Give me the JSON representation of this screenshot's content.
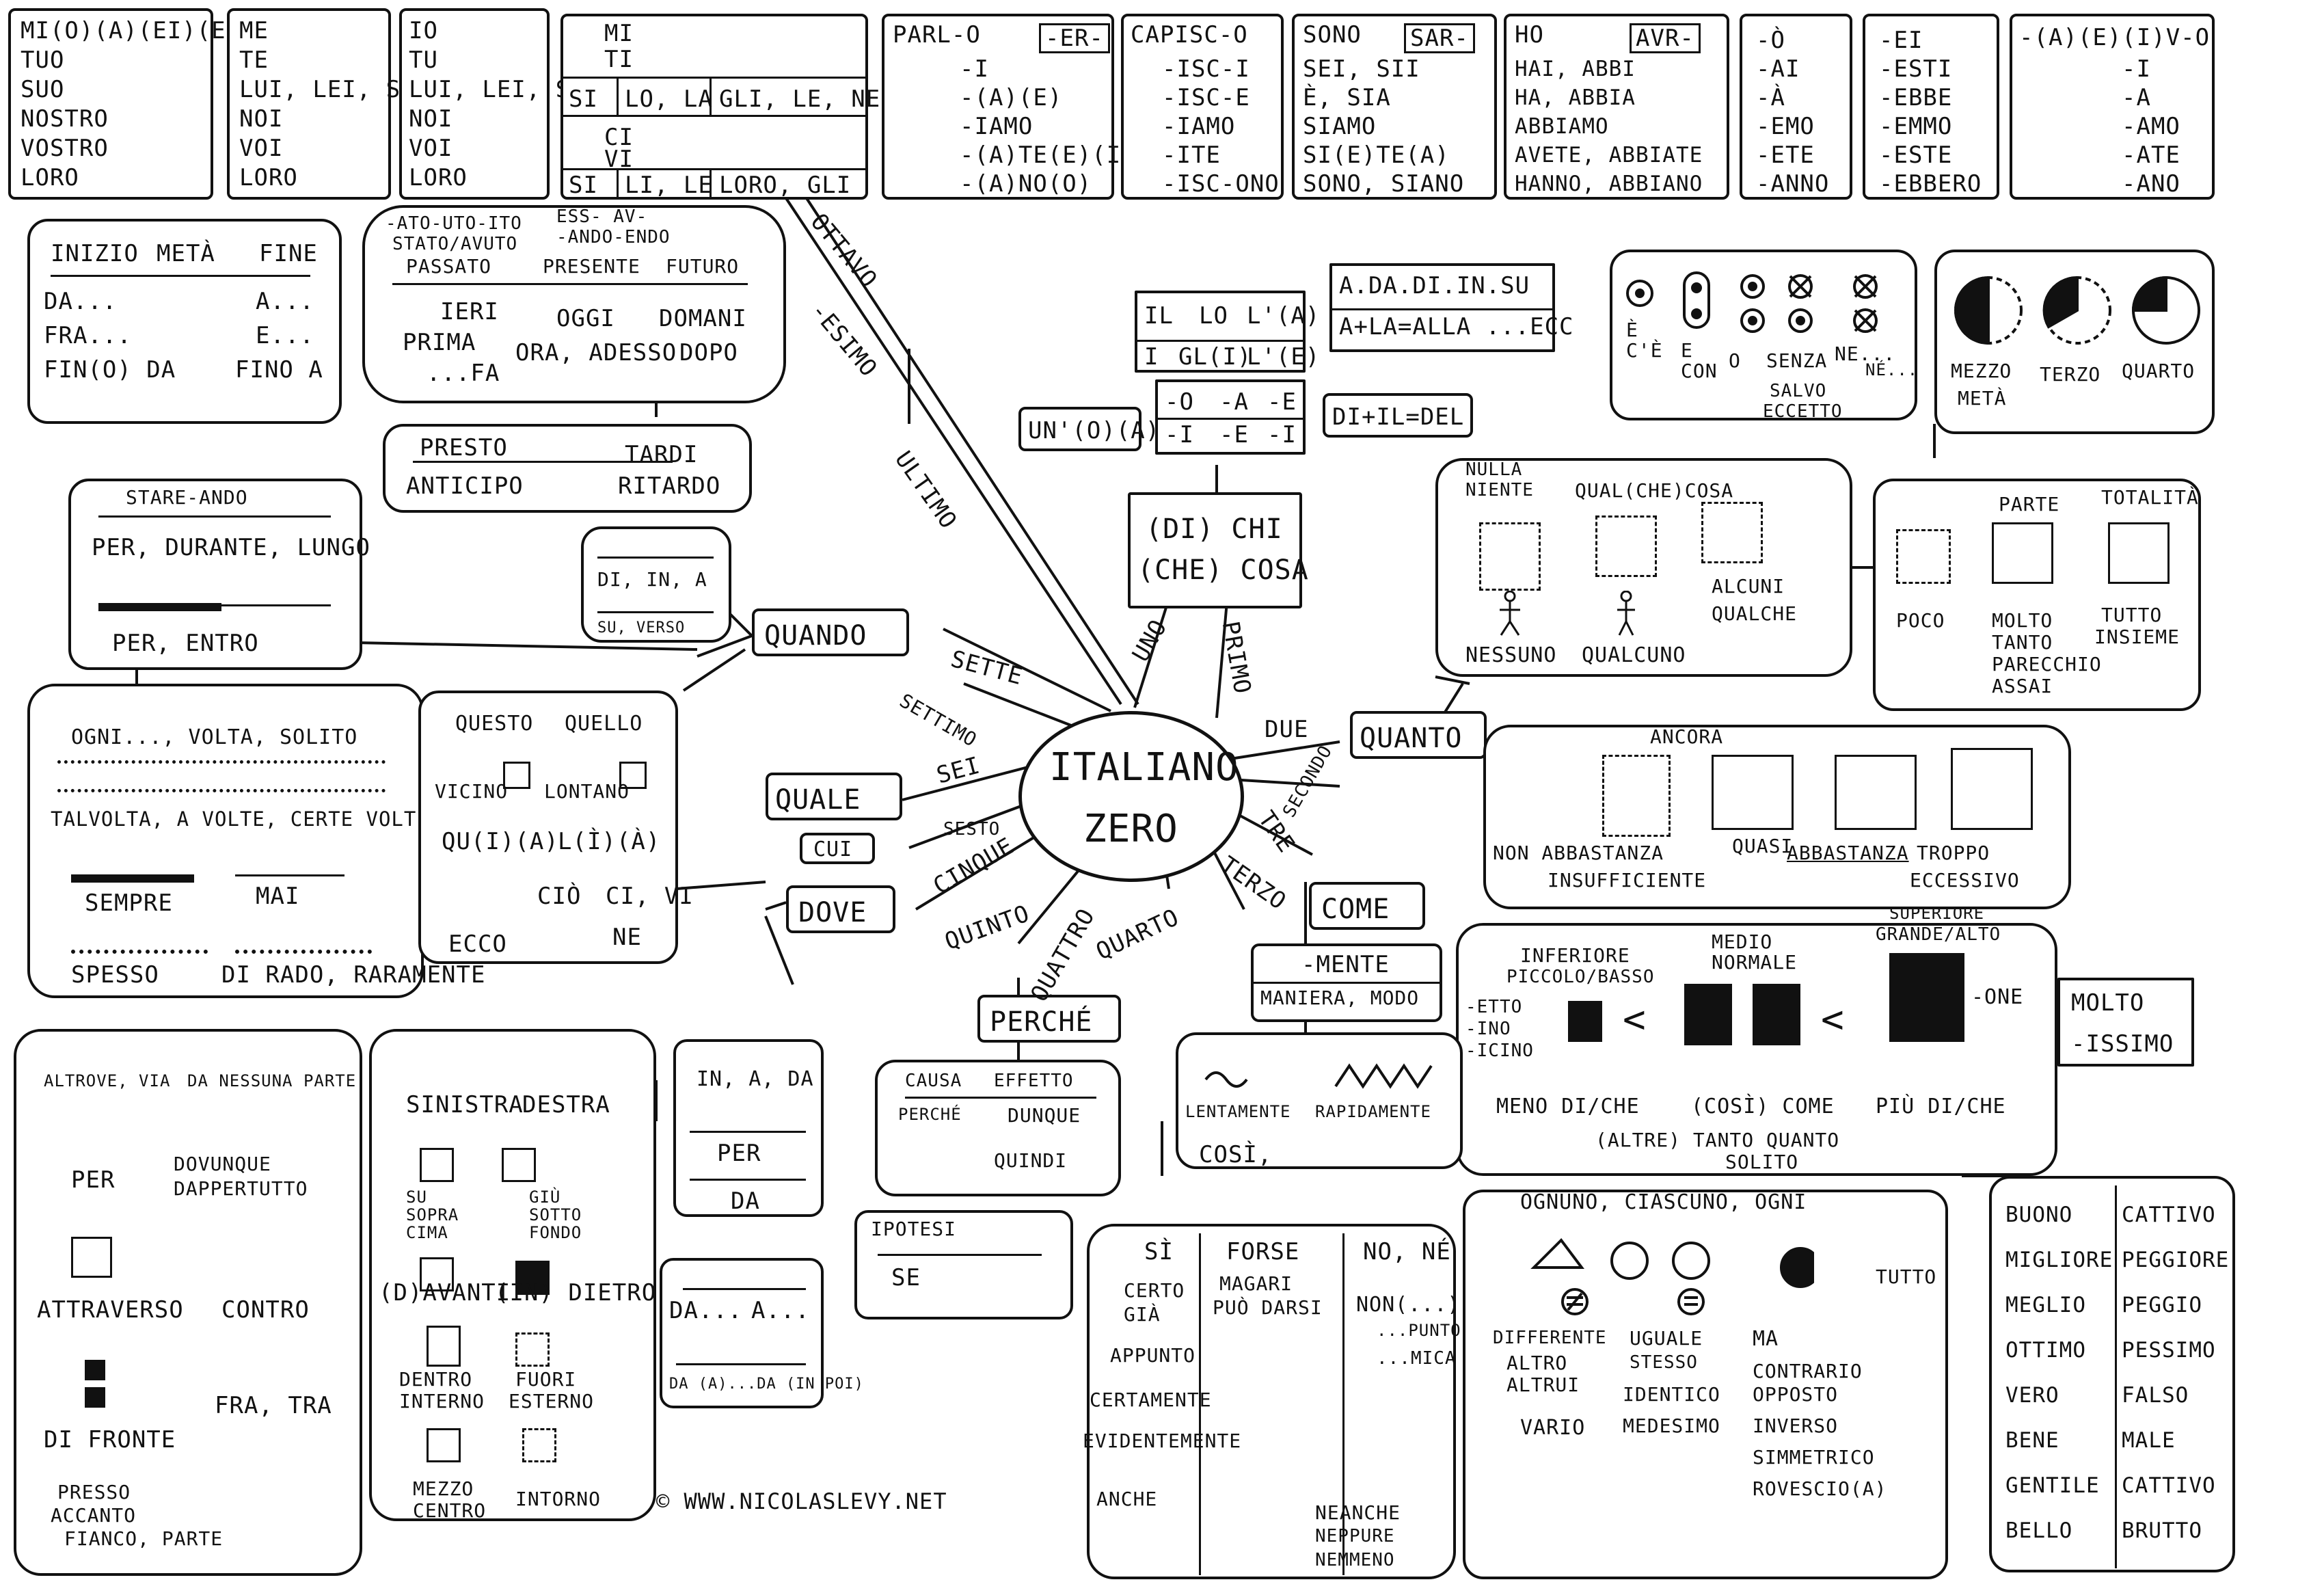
{
  "center": {
    "line1": "ITALIANO",
    "line2": "ZERO"
  },
  "hubs": {
    "quando": "QUANDO",
    "quale": "QUALE",
    "cui": "CUI",
    "dove": "DOVE",
    "perche": "PERCHÉ",
    "come": "COME",
    "quanto": "QUANTO",
    "dichi": [
      "(DI) CHI",
      "(CHE) COSA"
    ]
  },
  "spokes": [
    "UNO",
    "PRIMO",
    "DUE",
    "SECONDO",
    "TRE",
    "TERZO",
    "QUARTO",
    "QUATTRO",
    "QUINTO",
    "CINQUE",
    "SESTO",
    "SEI",
    "SETTIMO",
    "SETTE",
    "OTTAVO",
    "-ESIMO",
    "ULTIMO"
  ],
  "pronouns": {
    "possessive": [
      "MI(O)(A)(EI)(E)",
      "TUO",
      "SUO",
      "NOSTRO",
      "VOSTRO",
      "LORO"
    ],
    "stressed": [
      "ME",
      "TE",
      "LUI, LEI, SÉ",
      "NOI",
      "VOI",
      "LORO"
    ],
    "subject": [
      "IO",
      "TU",
      "LUI, LEI, SI",
      "NOI",
      "VOI",
      "LORO"
    ],
    "clitic_top": [
      "MI",
      "TI"
    ],
    "clitic_row1": [
      "SI",
      "LO, LA",
      "GLI, LE, NE"
    ],
    "clitic_mid": [
      "CI",
      "VI"
    ],
    "clitic_row2": [
      "SI",
      "LI, LE",
      "LORO, GLI"
    ]
  },
  "verbs": {
    "parlo": {
      "head": "PARL-O",
      "tag": "-ER-",
      "rows": [
        "-I",
        "-(A)(E)",
        "-IAMO",
        "-(A)TE(E)(I)",
        "-(A)NO(O)"
      ]
    },
    "capisco": {
      "head": "CAPISC-O",
      "rows": [
        "-ISC-I",
        "-ISC-E",
        "-IAMO",
        "-ITE",
        "-ISC-ONO"
      ]
    },
    "sono": {
      "head": "SONO",
      "tag": "SAR-",
      "rows": [
        "SEI, SII",
        "È, SIA",
        "SIAMO",
        "SI(E)TE(A)",
        "SONO, SIANO"
      ]
    },
    "ho": {
      "head": "HO",
      "tag": "AVR-",
      "rows": [
        "HAI, ABBI",
        "HA, ABBIA",
        "ABBIAMO",
        "AVETE, ABBIATE",
        "HANNO, ABBIANO"
      ]
    },
    "fut": [
      "-Ò",
      "-AI",
      "-À",
      "-EMO",
      "-ETE",
      "-ANNO"
    ],
    "past": [
      "-EI",
      "-ESTI",
      "-EBBE",
      "-EMMO",
      "-ESTE",
      "-EBBERO"
    ],
    "cond": [
      "-(A)(E)(I)V-O",
      "-I",
      "-A",
      "-AMO",
      "-ATE",
      "-ANO"
    ]
  },
  "time": {
    "inizio": [
      "INIZIO",
      "METÀ",
      "FINE",
      "DA...",
      "A...",
      "FRA...",
      "E...",
      "FIN(O) DA",
      "FINO A"
    ],
    "tenses": [
      "-ATO-UTO-ITO",
      "ESS- AV-",
      "STATO/AVUTO",
      "-ANDO-ENDO",
      "PASSATO",
      "PRESENTE",
      "FUTURO",
      "IERI",
      "OGGI",
      "DOMANI",
      "PRIMA",
      "ORA, ADESSO",
      "DOPO",
      "...FA"
    ],
    "presto": [
      "PRESTO",
      "TARDI",
      "ANTICIPO",
      "RITARDO"
    ],
    "stare": [
      "STARE-ANDO",
      "PER, DURANTE, LUNGO",
      "PER, ENTRO"
    ],
    "diina": [
      "DI, IN, A",
      "SU, VERSO"
    ],
    "freq": [
      "OGNI..., VOLTA, SOLITO",
      "TALVOLTA, A VOLTE, CERTE VOLTE",
      "SEMPRE",
      "MAI",
      "SPESSO",
      "DI RADO, RARAMENTE"
    ]
  },
  "demonstr": [
    "QUESTO",
    "QUELLO",
    "VICINO",
    "LONTANO",
    "QU(I)(A)",
    "L(Ì)(À)",
    "CIÒ",
    "CI, VI",
    "ECCO",
    "NE"
  ],
  "articles": {
    "row1": [
      "IL",
      "LO",
      "L'(A)"
    ],
    "row2": [
      "I",
      "GL(I)",
      "L'(E)"
    ],
    "prep": [
      "A.DA.DI.IN.SU",
      "A+LA=ALLA ...ECC"
    ],
    "ends1": [
      "-O",
      "-A",
      "-E"
    ],
    "ends2": [
      "-I",
      "-E",
      "-I"
    ],
    "un": "UN'(O)(A)",
    "del": "DI+IL=DEL"
  },
  "presence": [
    "È",
    "C'È",
    "E",
    "CON",
    "O",
    "SENZA",
    "SALVO",
    "ECCETTO",
    "NE...",
    "NÉ..."
  ],
  "fractions": [
    "MEZZO",
    "METÀ",
    "TERZO",
    "QUARTO"
  ],
  "indef": [
    "NULLA",
    "NIENTE",
    "QUAL(CHE)COSA",
    "NESSUNO",
    "QUALCUNO",
    "ALCUNI",
    "QUALCHE"
  ],
  "amount": [
    "PARTE",
    "TOTALITÀ",
    "POCO",
    "MOLTO",
    "TANTO",
    "PARECCHIO",
    "ASSAI",
    "TUTTO",
    "INSIEME"
  ],
  "ancora": [
    "ANCORA",
    "NON ABBASTANZA",
    "INSUFFICIENTE",
    "QUASI",
    "ABBASTANZA",
    "TROPPO",
    "ECCESSIVO"
  ],
  "compare": [
    "INFERIORE",
    "PICCOLO/BASSO",
    "MEDIO",
    "NORMALE",
    "SUPERIORE",
    "GRANDE/ALTO",
    "-ETTO",
    "-INO",
    "-ICINO",
    "-ONE",
    "MENO DI/CHE",
    "(COSÌ) COME",
    "PIÙ DI/CHE",
    "(ALTRE) TANTO QUANTO",
    "SOLITO"
  ],
  "molto": [
    "MOLTO",
    "-ISSIMO"
  ],
  "mente": [
    "-MENTE",
    "MANIERA, MODO",
    "LENTAMENTE",
    "RAPIDAMENTE",
    "COSÌ,"
  ],
  "perche": [
    "CAUSA",
    "EFFETTO",
    "PERCHÉ",
    "DUNQUE",
    "QUINDI",
    "IPOTESI",
    "SE"
  ],
  "inada": [
    "IN, A, DA",
    "PER",
    "DA"
  ],
  "daa": [
    "DA...",
    "A...",
    "DA (A)...DA (IN POI)"
  ],
  "places": [
    "ALTROVE, VIA",
    "DA NESSUNA PARTE",
    "PER",
    "DOVUNQUE",
    "DAPPERTUTTO",
    "ATTRAVERSO",
    "CONTRO",
    "DI FRONTE",
    "FRA, TRA",
    "PRESSO",
    "ACCANTO",
    "FIANCO, PARTE"
  ],
  "positions": [
    "SINISTRA",
    "DESTRA",
    "SU",
    "SOPRA",
    "CIMA",
    "GIÙ",
    "SOTTO",
    "FONDO",
    "(D)AVANTI",
    "(IN) DIETRO",
    "DENTRO",
    "INTERNO",
    "FUORI",
    "ESTERNO",
    "MEZZO",
    "CENTRO",
    "INTORNO"
  ],
  "yesno": {
    "si": [
      "SÌ",
      "CERTO",
      "GIÀ",
      "APPUNTO",
      "CERTAMENTE",
      "EVIDENTEMENTE",
      "ANCHE"
    ],
    "forse": [
      "FORSE",
      "MAGARI",
      "PUÒ DARSI"
    ],
    "no": [
      "NO, NÉ",
      "NON(...)",
      "...PUNTO",
      "...MICA",
      "NEPPURE",
      "NEANCHE",
      "NEMMENO"
    ]
  },
  "ognuno": [
    "OGNUNO, CIASCUNO, OGNI",
    "TUTTO",
    "DIFFERENTE",
    "ALTRO",
    "ALTRUI",
    "VARIO",
    "UGUALE",
    "STESSO",
    "IDENTICO",
    "MEDESIMO",
    "MA",
    "CONTRARIO",
    "OPPOSTO",
    "INVERSO",
    "SIMMETRICO",
    "ROVESCIO(A)"
  ],
  "adjectives": [
    [
      "BUONO",
      "CATTIVO"
    ],
    [
      "MIGLIORE",
      "PEGGIORE"
    ],
    [
      "MEGLIO",
      "PEGGIO"
    ],
    [
      "OTTIMO",
      "PESSIMO"
    ],
    [
      "VERO",
      "FALSO"
    ],
    [
      "BENE",
      "MALE"
    ],
    [
      "GENTILE",
      "CATTIVO"
    ],
    [
      "BELLO",
      "BRUTTO"
    ]
  ],
  "copyright": "© WWW.NICOLASLEVY.NET"
}
